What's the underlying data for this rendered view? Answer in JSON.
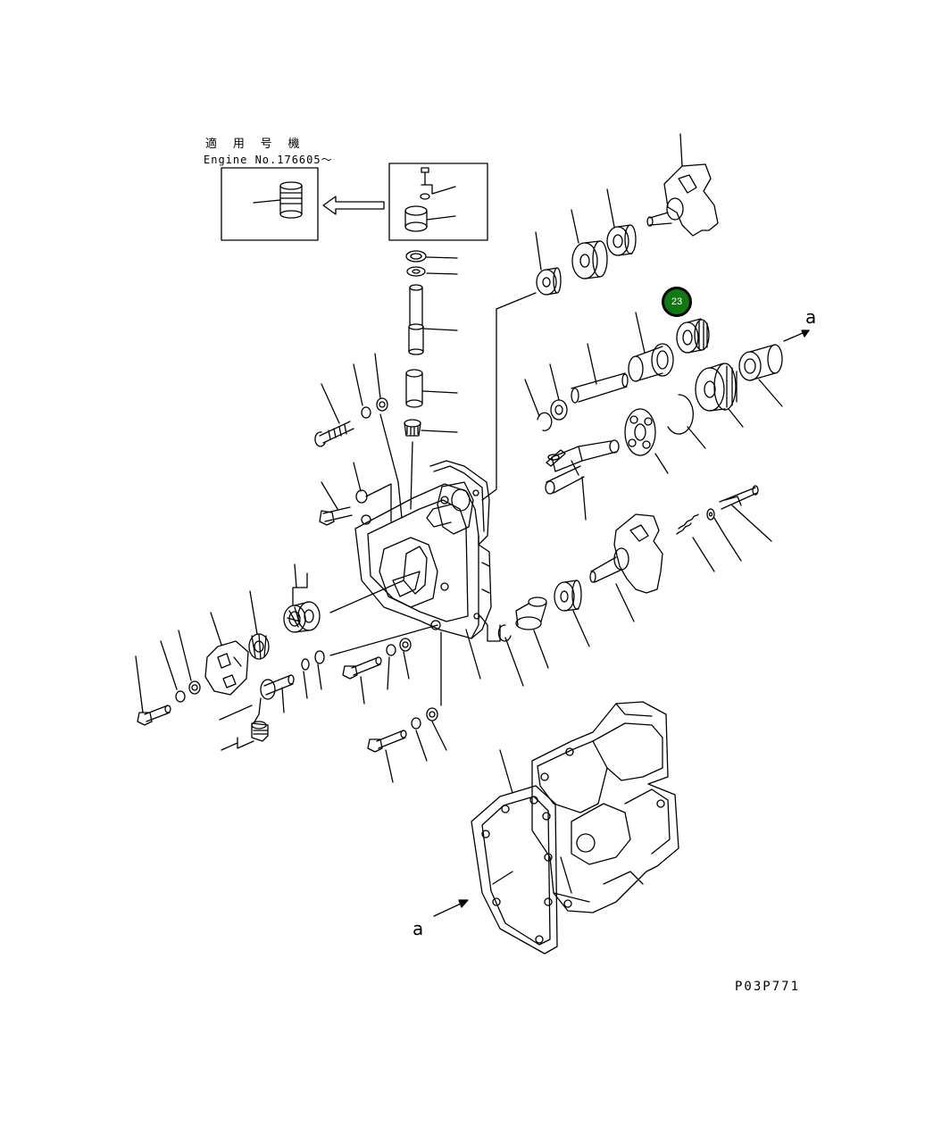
{
  "diagram": {
    "note_label_jp": "適 用 号 機",
    "note_label_engine": "Engine No.176605～",
    "arrow_label_top": "a",
    "arrow_label_bottom": "a",
    "drawing_code": "P03P771",
    "callout": {
      "label": "23",
      "color": "#0f7a11"
    }
  }
}
